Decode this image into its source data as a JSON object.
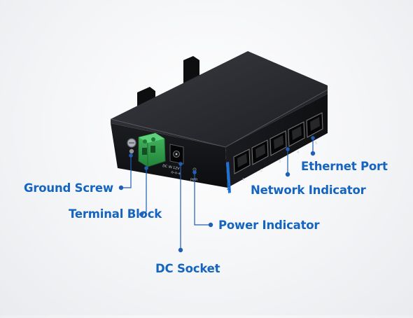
{
  "labels": {
    "ethernet_port": "Ethernet  Port",
    "network_indicator": "Network Indicator",
    "ground_screw": "Ground Screw",
    "terminal_block": "Terminal Block",
    "power_indicator": "Power Indicator",
    "dc_socket": "DC Socket"
  },
  "device_markings": {
    "dc_input": "DC IN 12V",
    "dc_polarity": "⊖-⊙-⊕",
    "pwr": "PWR",
    "port_numbers": [
      "1",
      "2",
      "3",
      "4",
      "5"
    ]
  },
  "colors": {
    "label_text": "#1565c0",
    "leader_line": "#1f5fb4",
    "device_body": "#141518",
    "terminal_block": "#2f9a4a",
    "accent_stripe": "#1e73d8"
  }
}
